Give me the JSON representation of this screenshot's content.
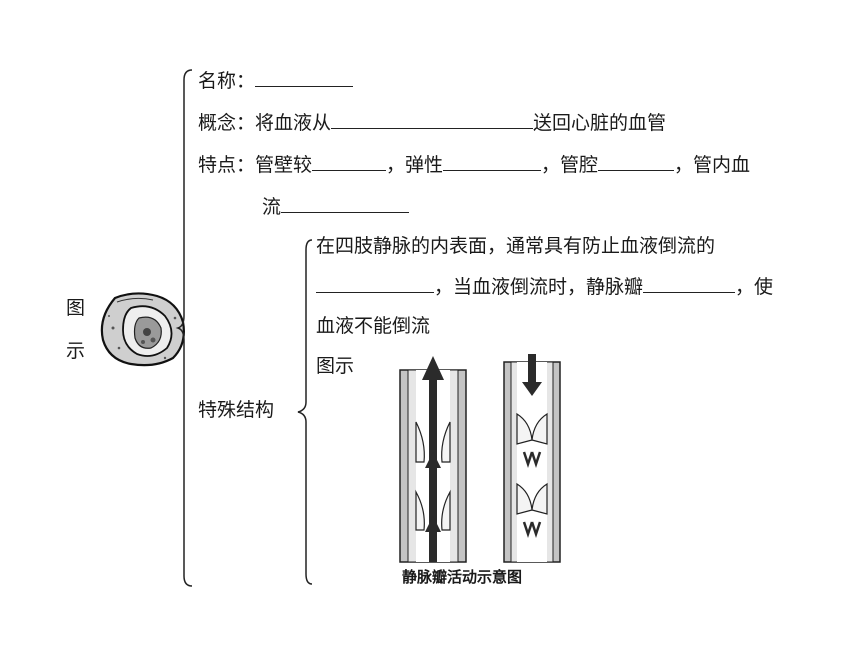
{
  "left_label_line1": "图",
  "left_label_line2": "示",
  "name_label": "名称：",
  "concept_label": "概念：将血液从",
  "concept_suffix": "送回心脏的血管",
  "feature_label": "特点：管壁较",
  "feature_elastic": "，弹性",
  "feature_lumen": "，管腔",
  "feature_flow": "，管内血",
  "feature_flow_cont": "流",
  "special_label": "特殊结构",
  "special_line1": "在四肢静脉的内表面，通常具有防止血液倒流的",
  "special_line2_mid": "，当血液倒流时，静脉瓣",
  "special_line2_end": "，使",
  "special_line3": "血液不能倒流",
  "figure_label": "图示",
  "figure_caption": "静脉瓣活动示意图",
  "colors": {
    "text": "#1a1a1a",
    "blank": "#222222",
    "vessel": "#9a9a9a",
    "arrow": "#2b2b2b"
  },
  "icons": [
    "vein-cross-section-icon",
    "vein-valve-open-icon",
    "vein-valve-closed-icon"
  ]
}
